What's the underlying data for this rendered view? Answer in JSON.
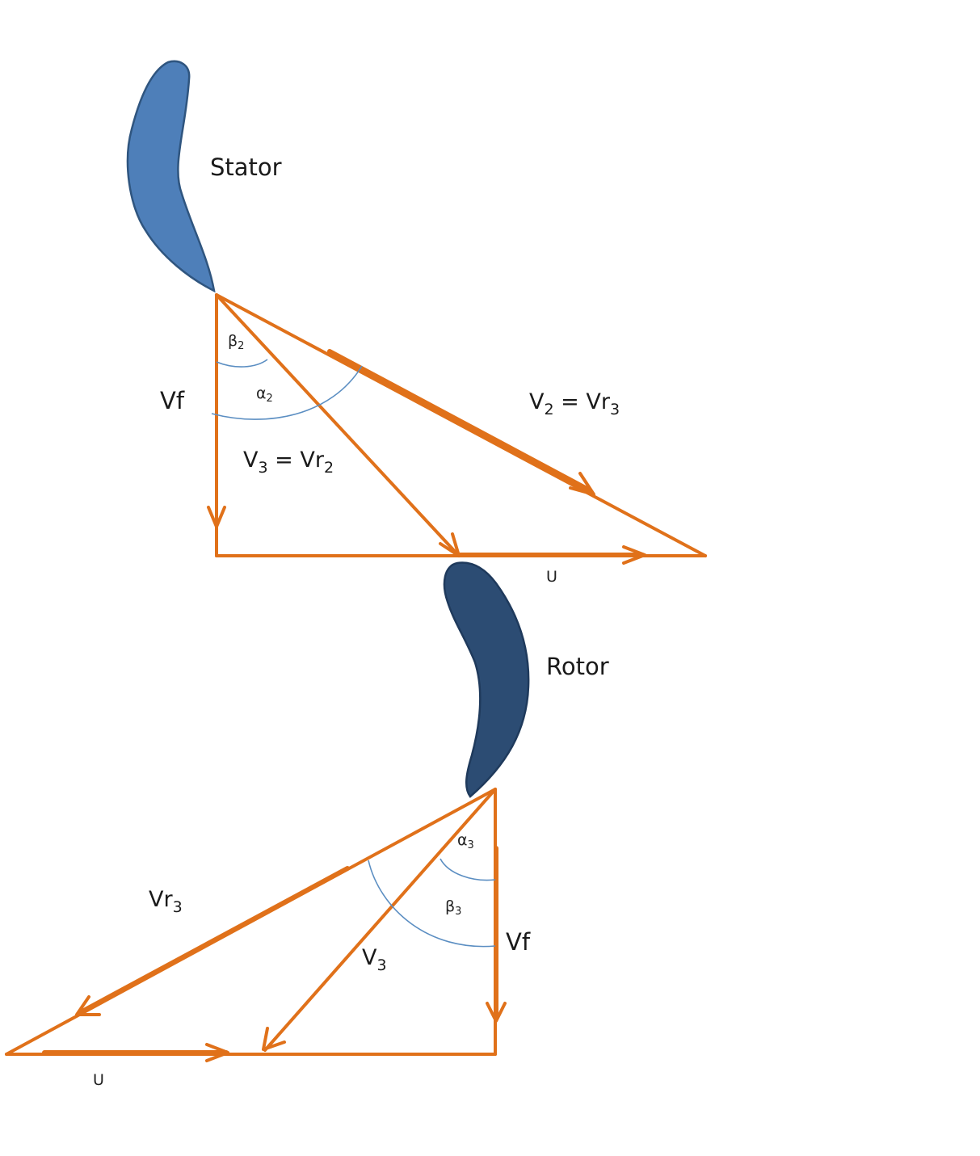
{
  "blades": {
    "stator": {
      "label": "Stator",
      "color": "#4e7fb9"
    },
    "rotor": {
      "label": "Rotor",
      "color": "#2c4c73"
    }
  },
  "vector_color": "#e0711a",
  "angle_arc_color": "#5b8ec2",
  "inlet_triangle": {
    "vf": "Vf",
    "beta": {
      "sym": "β",
      "sub": "2"
    },
    "alpha": {
      "sym": "α",
      "sub": "2"
    },
    "v3_vr2": {
      "a": "V",
      "a_sub": "3",
      "eq": " = Vr",
      "b_sub": "2"
    },
    "v2_vr3": {
      "a": "V",
      "a_sub": "2",
      "eq": " = Vr",
      "b_sub": "3"
    },
    "u": "U"
  },
  "outlet_triangle": {
    "vr3": {
      "a": "Vr",
      "a_sub": "3"
    },
    "v3": {
      "a": "V",
      "a_sub": "3"
    },
    "alpha": {
      "sym": "α",
      "sub": "3"
    },
    "beta": {
      "sym": "β",
      "sub": "3"
    },
    "vf": "Vf",
    "u": "U"
  }
}
